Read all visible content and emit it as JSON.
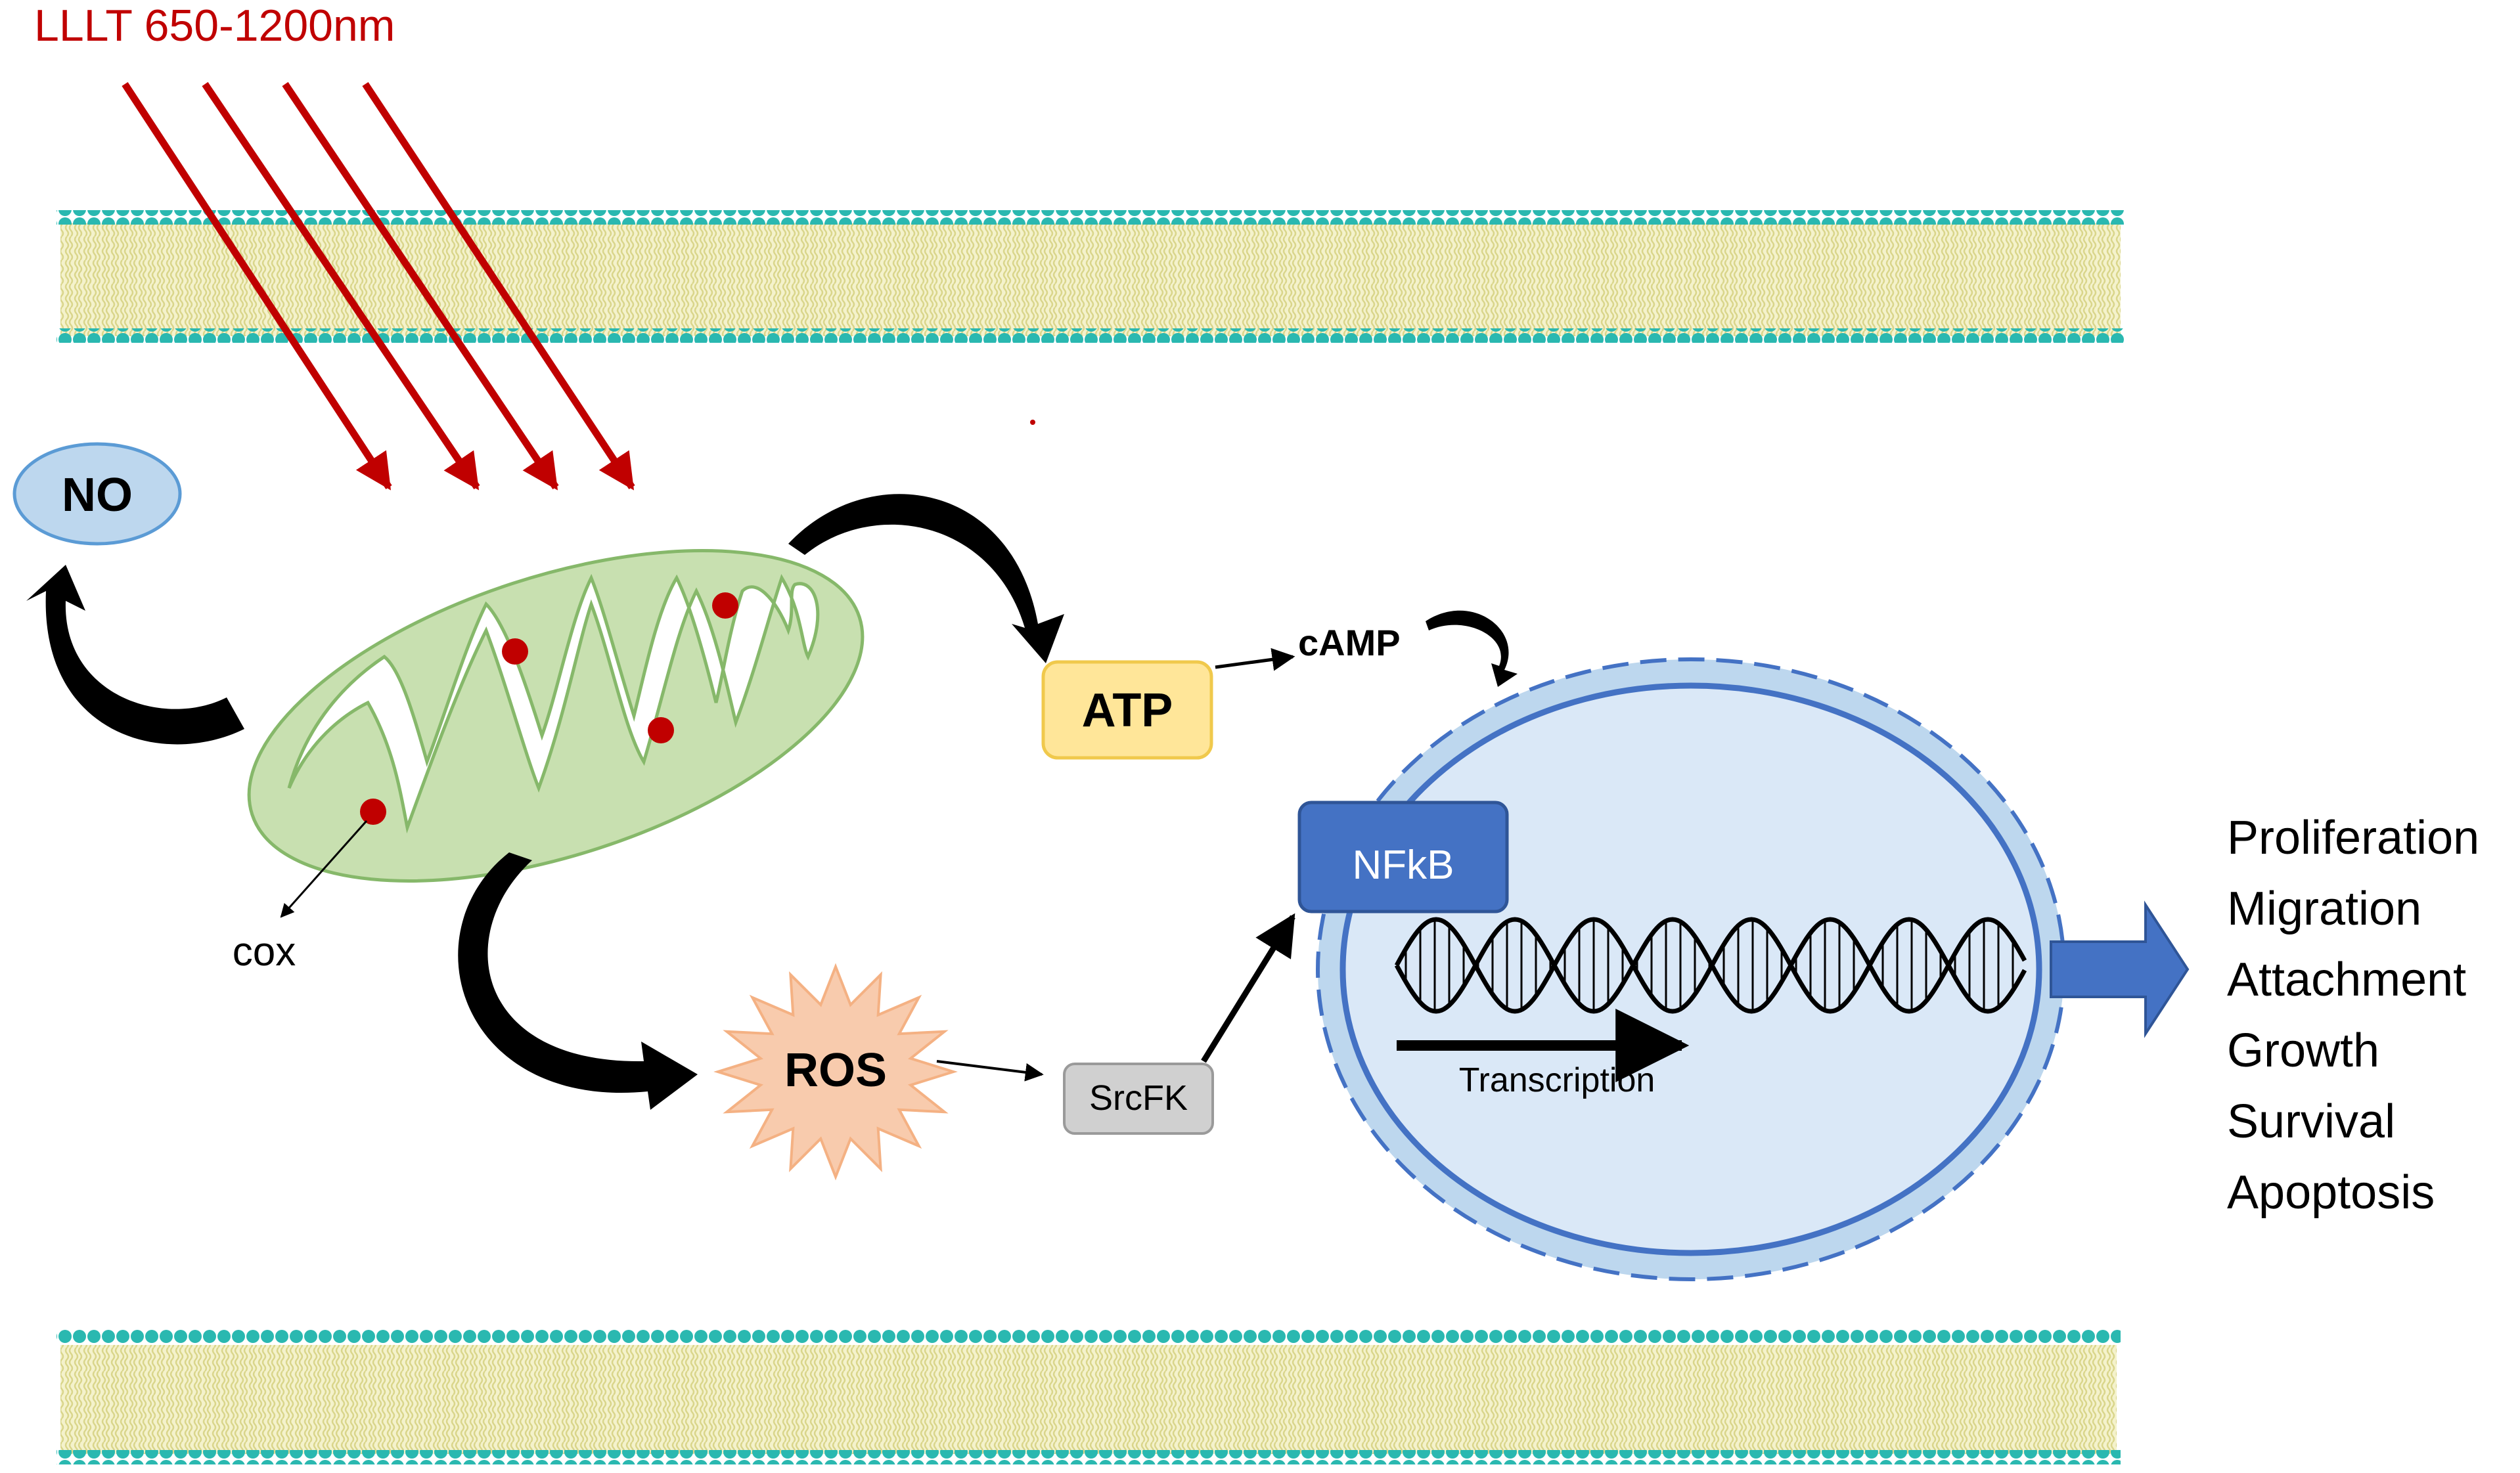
{
  "light_label": "LLLT 650-1200nm",
  "no_label": "NO",
  "cox_label": "cox",
  "atp_label": "ATP",
  "camp_label": "cAMP",
  "ros_label": "ROS",
  "srcfk_label": "SrcFK",
  "nfkb_label": "NFkB",
  "transcription_label": "Transcription",
  "outcomes": [
    "Proliferation",
    "Migration",
    "Attachment",
    "Growth",
    "Survival",
    "Apoptosis"
  ],
  "colors": {
    "laser": "#c00000",
    "membrane_head": "#2ab8b0",
    "membrane_tail": "#e8e6a8",
    "mito_fill": "#c8e0b0",
    "mito_stroke": "#86b86a",
    "no_fill": "#bdd7ee",
    "atp_fill": "#ffe699",
    "ros_fill": "#f8cbad",
    "srcfk_fill": "#d0d0d0",
    "nfkb_fill": "#4472c4",
    "nucleus_outer": "#bdd7ee",
    "nucleus_inner": "#dae8f7",
    "nucleus_stroke": "#4472c4",
    "output_arrow": "#4472c4"
  }
}
